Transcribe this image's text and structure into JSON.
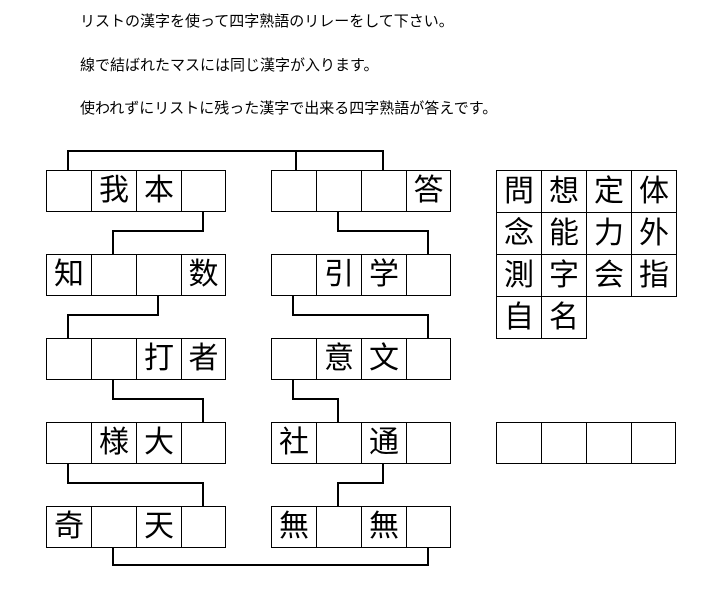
{
  "instructions": [
    "リストの漢字を使って四字熟語のリレーをして下さい。",
    "線で結ばれたマスには同じ漢字が入ります。",
    "使われずにリストに残った漢字で出来る四字熟語が答えです。"
  ],
  "left_rows": [
    [
      "",
      "我",
      "本",
      ""
    ],
    [
      "知",
      "",
      "",
      "数"
    ],
    [
      "",
      "",
      "打",
      "者"
    ],
    [
      "",
      "様",
      "大",
      ""
    ],
    [
      "奇",
      "",
      "天",
      ""
    ]
  ],
  "right_rows": [
    [
      "",
      "",
      "",
      "答"
    ],
    [
      "",
      "引",
      "学",
      ""
    ],
    [
      "",
      "意",
      "文",
      ""
    ],
    [
      "社",
      "",
      "通",
      ""
    ],
    [
      "無",
      "",
      "無",
      ""
    ]
  ],
  "kanji_list": [
    "問",
    "想",
    "定",
    "体",
    "念",
    "能",
    "力",
    "外",
    "測",
    "字",
    "会",
    "指",
    "自",
    "名"
  ],
  "answer": [
    "",
    "",
    "",
    ""
  ]
}
